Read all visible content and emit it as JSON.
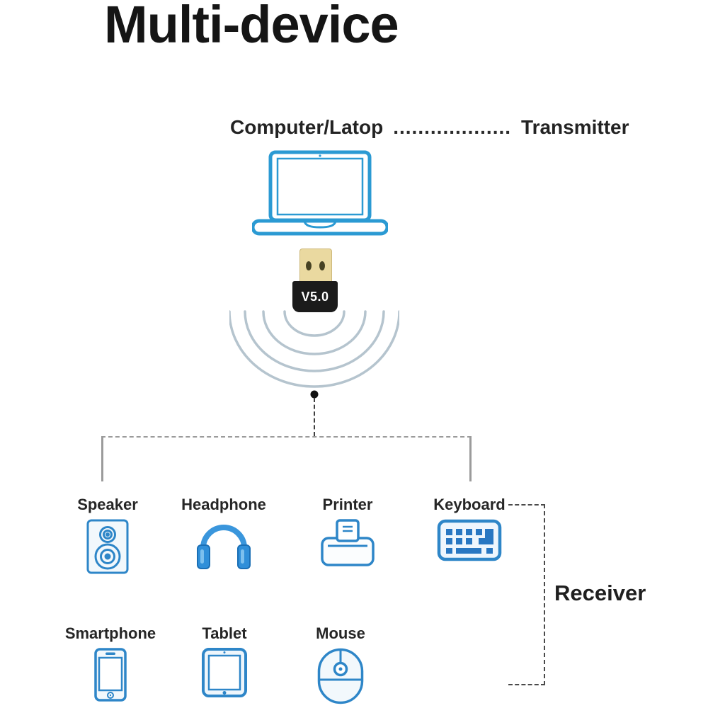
{
  "title": "Multi-device",
  "subtitle": {
    "left": "Computer/Latop",
    "dots": "...................",
    "right": "Transmitter"
  },
  "transmitter": {
    "device_icon": "laptop-icon",
    "dongle": {
      "label": "V5.0",
      "icon": "usb-bluetooth-dongle-icon"
    },
    "signal_icon": "wireless-waves-icon"
  },
  "receiver_label": "Receiver",
  "devices_row1": [
    {
      "label": "Speaker",
      "icon": "speaker-icon"
    },
    {
      "label": "Headphone",
      "icon": "headphone-icon"
    },
    {
      "label": "Printer",
      "icon": "printer-icon"
    },
    {
      "label": "Keyboard",
      "icon": "keyboard-icon"
    }
  ],
  "devices_row2": [
    {
      "label": "Smartphone",
      "icon": "smartphone-icon"
    },
    {
      "label": "Tablet",
      "icon": "tablet-icon"
    },
    {
      "label": "Mouse",
      "icon": "mouse-icon"
    }
  ],
  "colors": {
    "accent_blue": "#2e86c8",
    "laptop_blue": "#2b9ad3",
    "dongle_gold": "#ead9a0",
    "dongle_black": "#1b1b1b",
    "wave_gray_blue": "#b5c4ce",
    "line_gray": "#9b9b9b",
    "text_dark": "#1d1d1d"
  }
}
